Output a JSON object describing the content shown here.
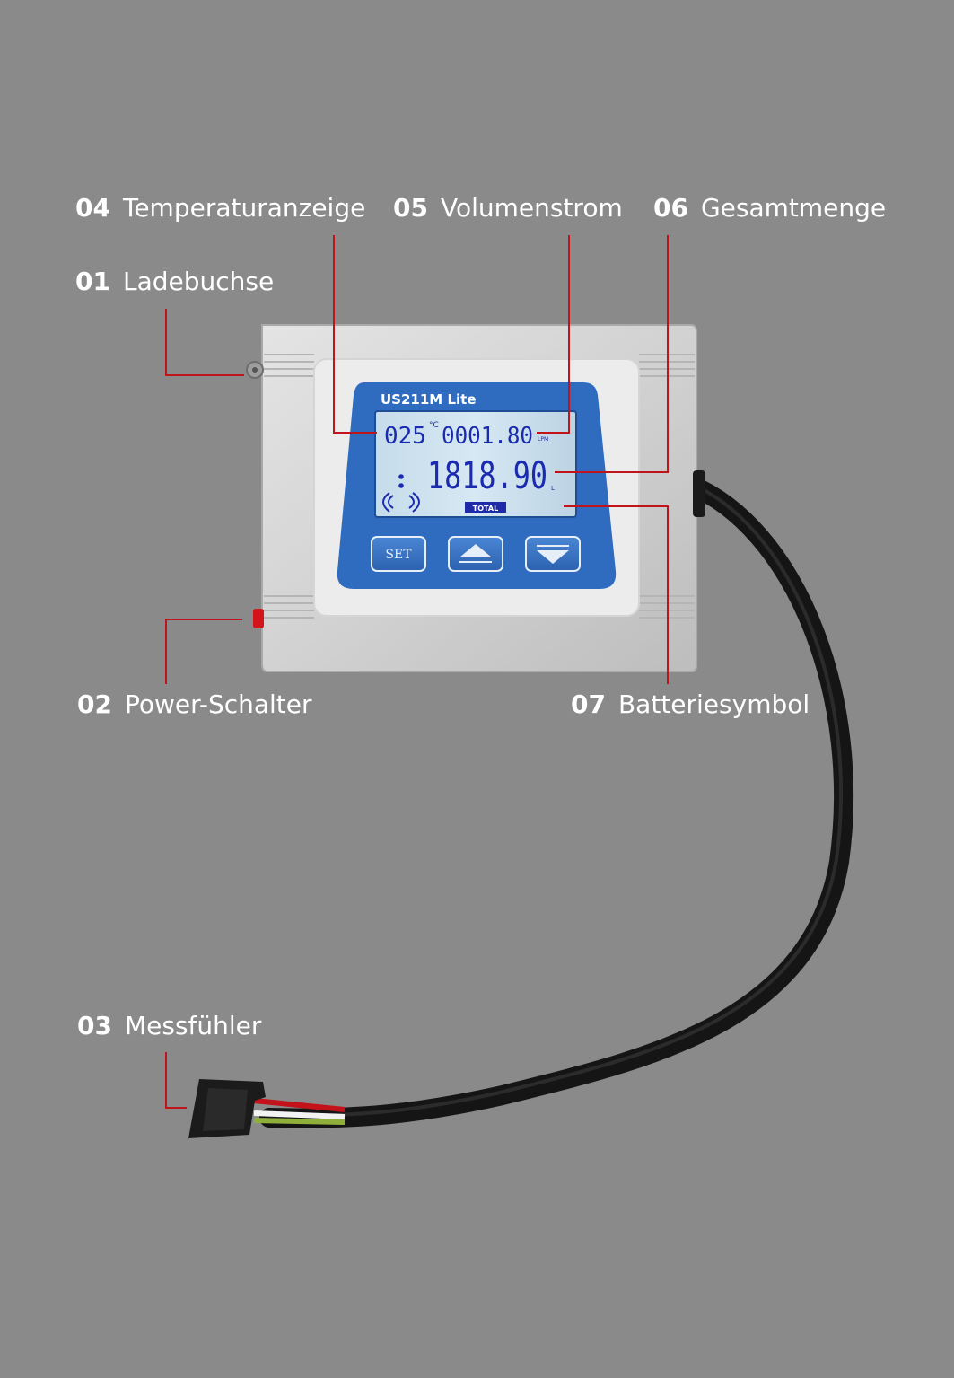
{
  "callouts": [
    {
      "num": "04",
      "label": "Temperaturanzeige"
    },
    {
      "num": "05",
      "label": "Volumenstrom"
    },
    {
      "num": "06",
      "label": "Gesamtmenge"
    },
    {
      "num": "01",
      "label": "Ladebuchse"
    },
    {
      "num": "02",
      "label": "Power-Schalter"
    },
    {
      "num": "07",
      "label": "Batteriesymbol"
    },
    {
      "num": "03",
      "label": "Messfühler"
    }
  ],
  "device": {
    "model": "US211M Lite",
    "lcd": {
      "temperature": "025",
      "temperature_unit": "°C",
      "flow_rate": "0001.80",
      "flow_unit": "LPM",
      "total": "1818.90",
      "total_unit": "L",
      "mode_badge": "TOTAL"
    },
    "buttons": {
      "set": "SET"
    }
  },
  "colors": {
    "background": "#8a8a8a",
    "leader_line": "#c0141c",
    "text": "#ffffff",
    "panel_blue": "#2f6cc0",
    "lcd_bg": "#cfe2ee",
    "lcd_digits": "#1a2bb0"
  }
}
